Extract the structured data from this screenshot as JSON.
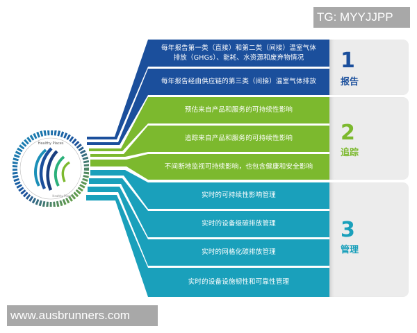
{
  "colors": {
    "blue": "#1b4f9c",
    "green": "#7cb92e",
    "teal": "#1aa0bb",
    "panel_bg": "#ececec",
    "watermark_bg": "#a8a8a8"
  },
  "watermarks": {
    "top_right": "TG: MYYJJPP",
    "bottom_left": "www.ausbrunners.com"
  },
  "logo": {
    "ring_text_top": "Healthy Places",
    "ring_text_bottom": "Healthy Planet",
    "ring_text_left": "Healthy People"
  },
  "groups": [
    {
      "number": "1",
      "label": "报告",
      "color": "#1b4f9c",
      "rows": [
        "每年报告第一类（直接）和第二类（间接）温室气体排放（GHGs）、能耗、水资源和废弃物情况",
        "每年报告经由供应链的第三类（间接）温室气体排放"
      ]
    },
    {
      "number": "2",
      "label": "追踪",
      "color": "#7cb92e",
      "rows": [
        "预估来自产品和服务的可持续性影响",
        "追踪来自产品和服务的可持续性影响",
        "不间断地监视可持续影响，也包含健康和安全影响"
      ]
    },
    {
      "number": "3",
      "label": "管理",
      "color": "#1aa0bb",
      "rows": [
        "实时的可持续性影响管理",
        "实时的设备级碳排放管理",
        "实时的网格化碳排放管理",
        "实时的设备设施韧性和可靠性管理"
      ]
    }
  ],
  "row1_line1": "每年报告第一类（直接）和第二类（间接）温室气体",
  "row1_line2": "排放（GHGs）、能耗、水资源和废弃物情况"
}
